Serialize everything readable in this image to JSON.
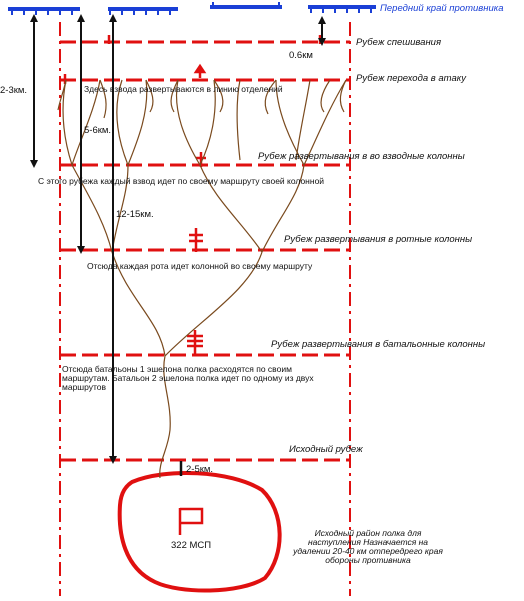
{
  "enemy_front": {
    "label": "Передний край противника"
  },
  "lines": {
    "dismount": "Рубеж спешивания",
    "attack": "Рубеж перехода в атаку",
    "platoon": "Рубеж развертывания в во взводные колонны",
    "company": "Рубеж развертывания в ротные колонны",
    "battalion": "Рубеж развертывания в батальонные колонны",
    "start": "Исходный рубеж"
  },
  "distances": {
    "d1": "0.6км",
    "d2": "2-3км.",
    "d3": "5-6км.",
    "d4": "12-15км.",
    "d5": "2-5км."
  },
  "notes": {
    "platoons_line": "Здесь взвода развертываются в линию отделений",
    "platoon_route": "С этого рубежа каждый взвод идет по своему маршруту своей колонной",
    "company_route": "Отсюда каждая рота идет колонной во своему маршруту",
    "battalion_route": "Отсюда батальоны 1 эшелона полка расходятся по своим маршрутам. Батальон 2 эшелона полка идет по одному из двух маршрутов"
  },
  "assembly_area": {
    "unit": "322 МСП",
    "note": "Исходный район полка для наступления Назначается на удалении 20-40 км отпередрего края обороны противника"
  },
  "colors": {
    "boundary": "#e01010",
    "enemy": "#1a3fd6",
    "route": "#7a4a1e",
    "arrow": "#111111"
  }
}
